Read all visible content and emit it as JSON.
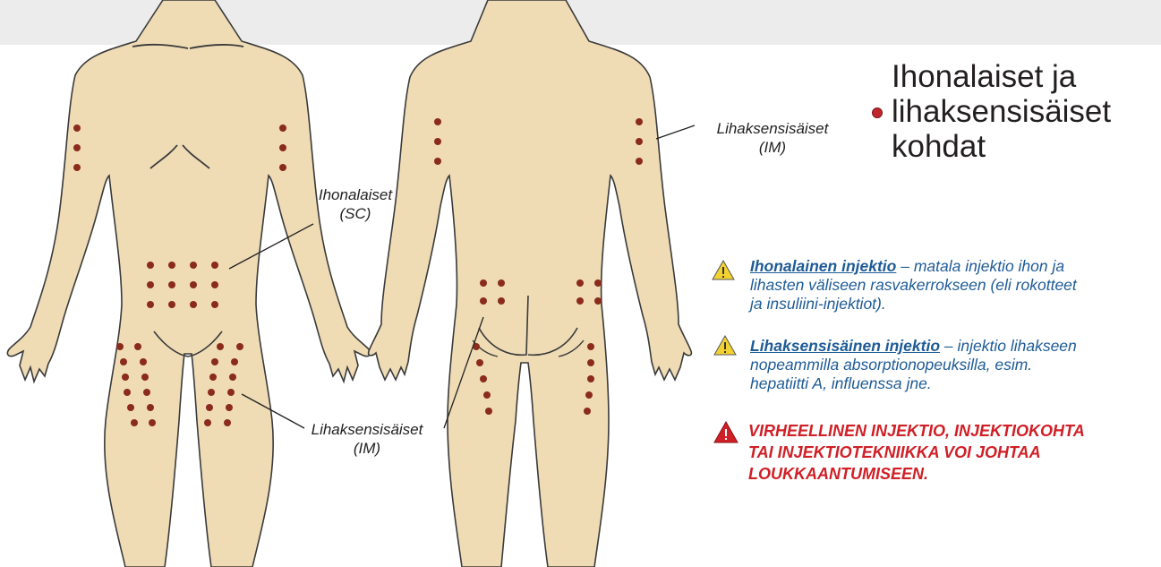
{
  "title": {
    "line1": "Ihonalaiset ja",
    "line2": "lihaksensisäiset",
    "line3": "kohdat"
  },
  "labels": {
    "sc_label": "Ihonalaiset",
    "sc_abbr": "(SC)",
    "im_label_front": "Lihaksensisäiset",
    "im_abbr_front": "(IM)",
    "im_label_back": "Lihaksensisäiset",
    "im_abbr_back": "(IM)"
  },
  "notes": [
    {
      "heading": "Ihonalainen injektio",
      "text_line1": " – matala injektio ihon ja",
      "text_line2": "lihasten väliseen rasvakerrokseen (eli rokotteet",
      "text_line3": "ja insuliini-injektiot)."
    },
    {
      "heading": "Lihaksensisäinen injektio",
      "text_line1": " – injektio lihakseen",
      "text_line2": "nopeammilla absorptionopeuksilla, esim.",
      "text_line3": "hepatiitti A, influenssa jne."
    }
  ],
  "danger": {
    "line1": "VIRHEELLINEN INJEKTIO, INJEKTIOKOHTA",
    "line2": "TAI INJEKTIOTEKNIIKKA VOI JOHTAA",
    "line3": "LOUKKAANTUMISEEN."
  },
  "colors": {
    "skin": "#efdcb5",
    "outline": "#3a3a3a",
    "dot": "#8a2b1c",
    "note_text": "#1e5b96",
    "danger_text": "#d01f26",
    "caution_fill": "#f2d230",
    "danger_fill": "#d01f26"
  },
  "icons": {
    "caution": "caution-triangle-icon",
    "danger": "danger-triangle-icon"
  }
}
